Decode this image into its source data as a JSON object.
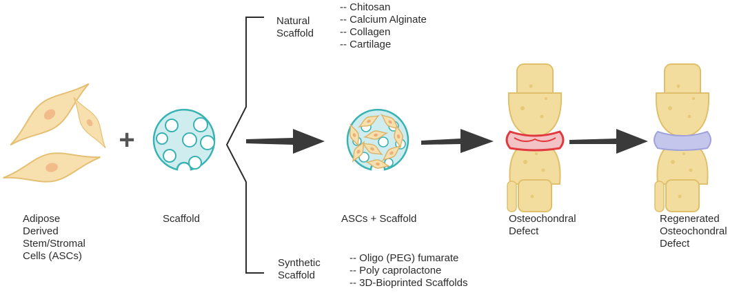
{
  "stages": {
    "asc_label": [
      "Adipose",
      "Derived",
      "Stem/Stromal",
      "Cells (ASCs)"
    ],
    "plus": "+",
    "scaffold_label": [
      "Scaffold"
    ],
    "combined_label": [
      "ASCs + Scaffold"
    ],
    "defect_label": [
      "Osteochondral",
      "Defect"
    ],
    "regenerated_label": [
      "Regenerated",
      "Osteochondral",
      "Defect"
    ]
  },
  "natural": {
    "title": [
      "Natural",
      "Scaffold"
    ],
    "items": [
      "-- Chitosan",
      "-- Calcium Alginate",
      "-- Collagen",
      "-- Cartilage"
    ]
  },
  "synthetic": {
    "title": [
      "Synthetic",
      "Scaffold"
    ],
    "items": [
      "-- Oligo (PEG) fumarate",
      "-- Poly caprolactone",
      "-- 3D-Bioprinted Scaffolds"
    ]
  },
  "colors": {
    "cell_fill": "#f7dfae",
    "cell_stroke": "#e4bf73",
    "nucleus": "#f2bc8a",
    "scaffold_fill": "#cfecee",
    "scaffold_stroke": "#38b2b2",
    "arrow": "#3a3a3a",
    "bone": "#f3dd9e",
    "bone_stroke": "#e0bf6b",
    "defect_red": "#e0393e",
    "cartilage_blue": "#c4c6ec"
  }
}
